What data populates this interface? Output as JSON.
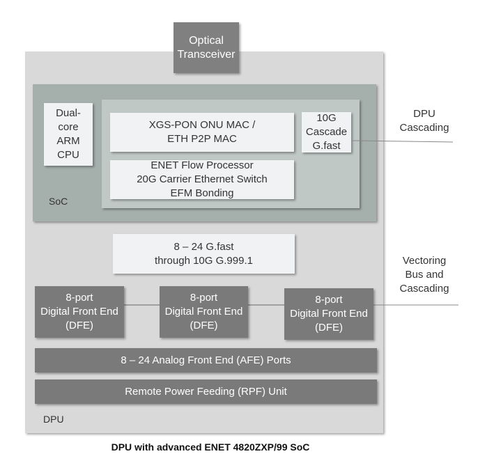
{
  "optical_transceiver": "Optical\nTransceiver",
  "soc": {
    "label": "SoC",
    "cpu": "Dual-\ncore\nARM\nCPU",
    "mac": "XGS-PON ONU MAC /\nETH P2P MAC",
    "enet": "ENET Flow Processor\n20G Carrier Ethernet Switch\nEFM Bonding",
    "cascade": "10G\nCascade\nG.fast"
  },
  "gfast_block": "8 – 24 G.fast\nthrough 10G G.999.1",
  "dfe_blocks": [
    "8-port\nDigital Front End\n(DFE)",
    "8-port\nDigital Front End\n(DFE)",
    "8-port\nDigital Front End\n(DFE)"
  ],
  "afe_bar": "8 – 24 Analog Front End (AFE) Ports",
  "rpf_bar": "Remote Power Feeding (RPF) Unit",
  "dpu_label": "DPU",
  "callouts": {
    "dpu_cascading": "DPU\nCascading",
    "vectoring": "Vectoring\nBus and\nCascading"
  },
  "caption": "DPU with advanced ENET 4820ZXP/99  SoC"
}
